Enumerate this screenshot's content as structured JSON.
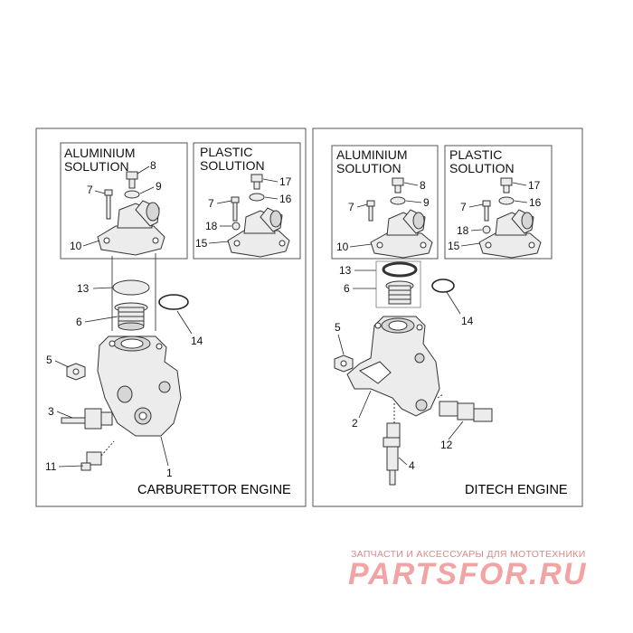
{
  "left_panel": {
    "engine_title": "CARBURETTOR ENGINE",
    "aluminium_box": {
      "caption_line1": "ALUMINIUM",
      "caption_line2": "SOLUTION",
      "callouts": [
        "8",
        "9",
        "7",
        "10"
      ]
    },
    "plastic_box": {
      "caption_line1": "PLASTIC",
      "caption_line2": "SOLUTION",
      "callouts": [
        "17",
        "16",
        "7",
        "18",
        "15"
      ]
    },
    "callouts": [
      "13",
      "6",
      "14",
      "5",
      "3",
      "11",
      "1"
    ]
  },
  "right_panel": {
    "engine_title": "DITECH ENGINE",
    "aluminium_box": {
      "caption_line1": "ALUMINIUM",
      "caption_line2": "SOLUTION",
      "callouts": [
        "8",
        "9",
        "7",
        "10"
      ]
    },
    "plastic_box": {
      "caption_line1": "PLASTIC",
      "caption_line2": "SOLUTION",
      "callouts": [
        "17",
        "16",
        "7",
        "18",
        "15"
      ]
    },
    "callouts": [
      "13",
      "6",
      "14",
      "5",
      "2",
      "12",
      "4"
    ]
  },
  "watermark": {
    "tagline": "ЗАПЧАСТИ И АКСЕССУАРЫ ДЛЯ МОТОТЕХНИКИ",
    "logo": "PARTSFOR.RU"
  }
}
